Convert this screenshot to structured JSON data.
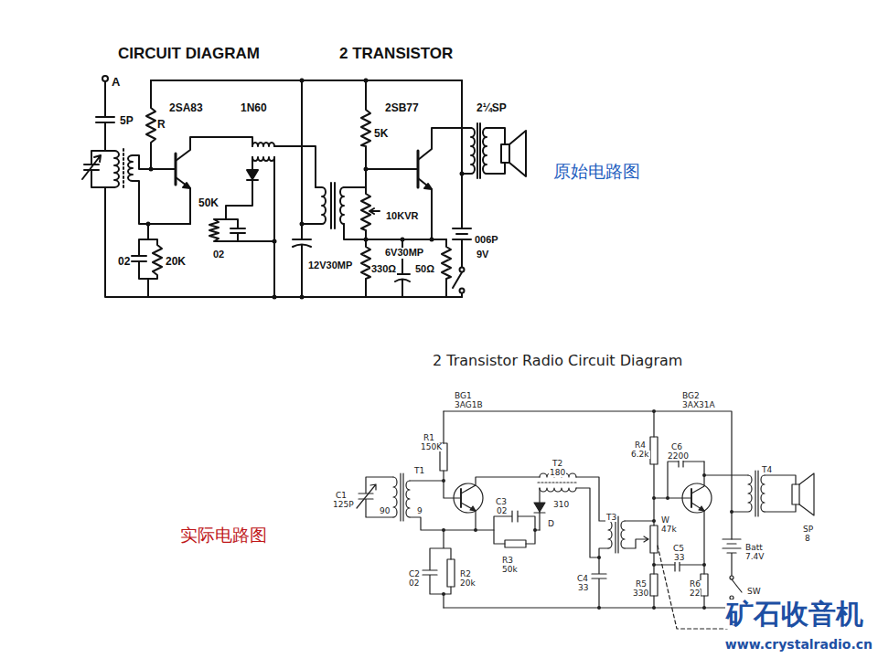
{
  "diagram": {
    "labels": [
      "CIRCUIT DIAGRAM",
      "2 TRANSISTOR",
      "A",
      "5P",
      "R",
      "2SA83",
      "1N60",
      "2SB77",
      "2¼SP",
      "5K",
      "50K",
      "02",
      "02",
      "20K",
      "10KVR",
      "6V30MP",
      "12V30MP",
      "330Ω",
      "50Ω",
      "006P",
      "9V",
      "原始电路图",
      "2 Transistor Radio Circuit Diagram",
      "BG1",
      "3AG1B",
      "BG2",
      "3AX31A",
      "R1",
      "150K",
      "R4",
      "6.2k",
      "C6",
      "2200",
      "T4",
      "C1",
      "125P",
      "T1",
      "90",
      "9",
      "T2",
      "180",
      "310",
      "C3",
      "02",
      "D",
      "T3",
      "W",
      "47k",
      "SP",
      "8",
      "Batt",
      "7.4V",
      "C5",
      "33",
      "R3",
      "50k",
      "C2",
      "02",
      "R2",
      "20k",
      "C4",
      "33",
      "R5",
      "330",
      "R6",
      "22",
      "SW",
      "实际电路图",
      "矿石收音机",
      "www.crystalradio.cn"
    ]
  }
}
